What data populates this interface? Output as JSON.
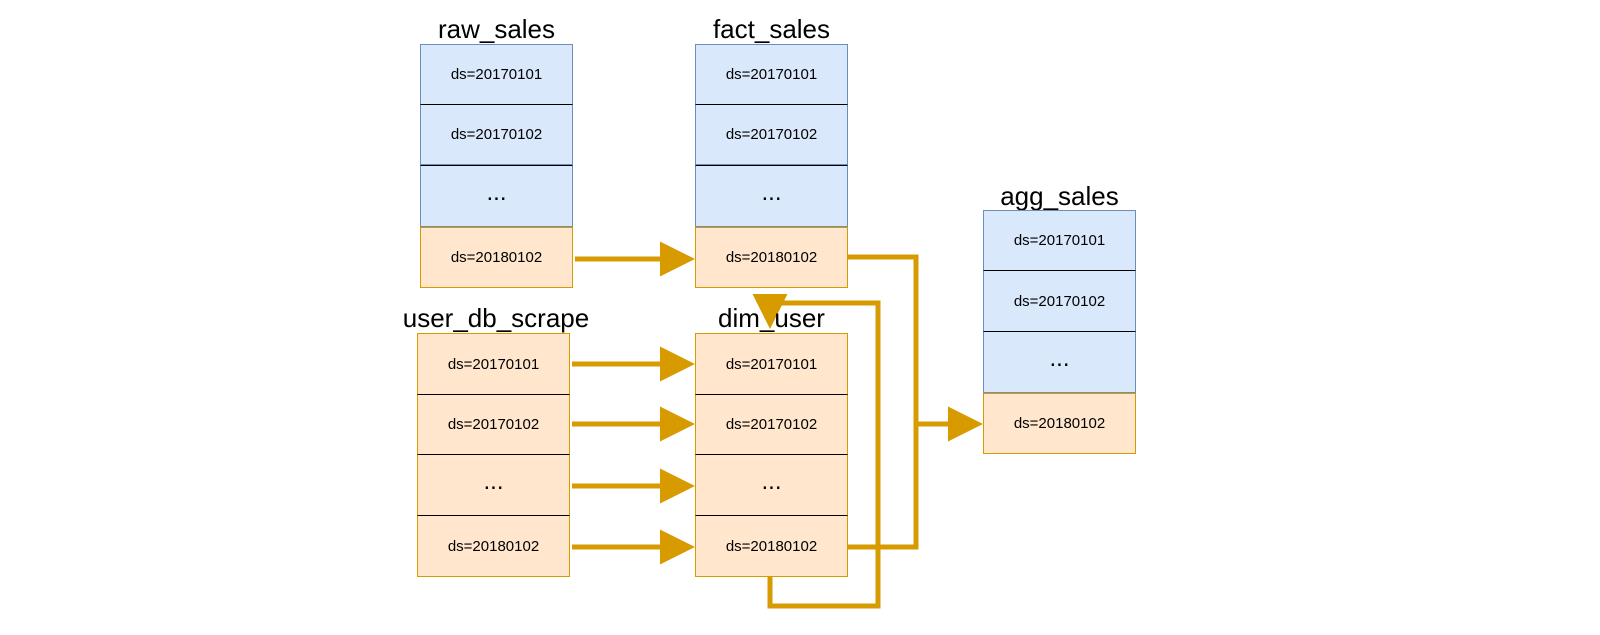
{
  "tables": {
    "raw_sales": {
      "title": "raw_sales",
      "rows": [
        "ds=20170101",
        "ds=20170102",
        "...",
        "ds=20180102"
      ],
      "colors": [
        "blue",
        "blue",
        "blue",
        "orange"
      ]
    },
    "fact_sales": {
      "title": "fact_sales",
      "rows": [
        "ds=20170101",
        "ds=20170102",
        "...",
        "ds=20180102"
      ],
      "colors": [
        "blue",
        "blue",
        "blue",
        "orange"
      ]
    },
    "user_db_scrape": {
      "title": "user_db_scrape",
      "rows": [
        "ds=20170101",
        "ds=20170102",
        "...",
        "ds=20180102"
      ],
      "colors": [
        "orange",
        "orange",
        "orange",
        "orange"
      ]
    },
    "dim_user": {
      "title": "dim_user",
      "rows": [
        "ds=20170101",
        "ds=20170102",
        "...",
        "ds=20180102"
      ],
      "colors": [
        "orange",
        "orange",
        "orange",
        "orange"
      ]
    },
    "agg_sales": {
      "title": "agg_sales",
      "rows": [
        "ds=20170101",
        "ds=20170102",
        "...",
        "ds=20180102"
      ],
      "colors": [
        "blue",
        "blue",
        "blue",
        "orange"
      ]
    }
  },
  "colors": {
    "blue_fill": "#dae8fc",
    "blue_stroke": "#6c8ebf",
    "orange_fill": "#ffe6cc",
    "orange_stroke": "#d79b00",
    "arrow": "#d79b00"
  },
  "edges": [
    {
      "from": "raw_sales.3",
      "to": "fact_sales.3"
    },
    {
      "from": "user_db_scrape.0",
      "to": "dim_user.0"
    },
    {
      "from": "user_db_scrape.1",
      "to": "dim_user.1"
    },
    {
      "from": "user_db_scrape.2",
      "to": "dim_user.2"
    },
    {
      "from": "user_db_scrape.3",
      "to": "dim_user.3"
    },
    {
      "from": "fact_sales.3",
      "to": "agg_sales.3"
    },
    {
      "from": "dim_user.3",
      "to": "agg_sales.3"
    },
    {
      "from": "dim_user.3",
      "to": "dim_user.0"
    }
  ]
}
